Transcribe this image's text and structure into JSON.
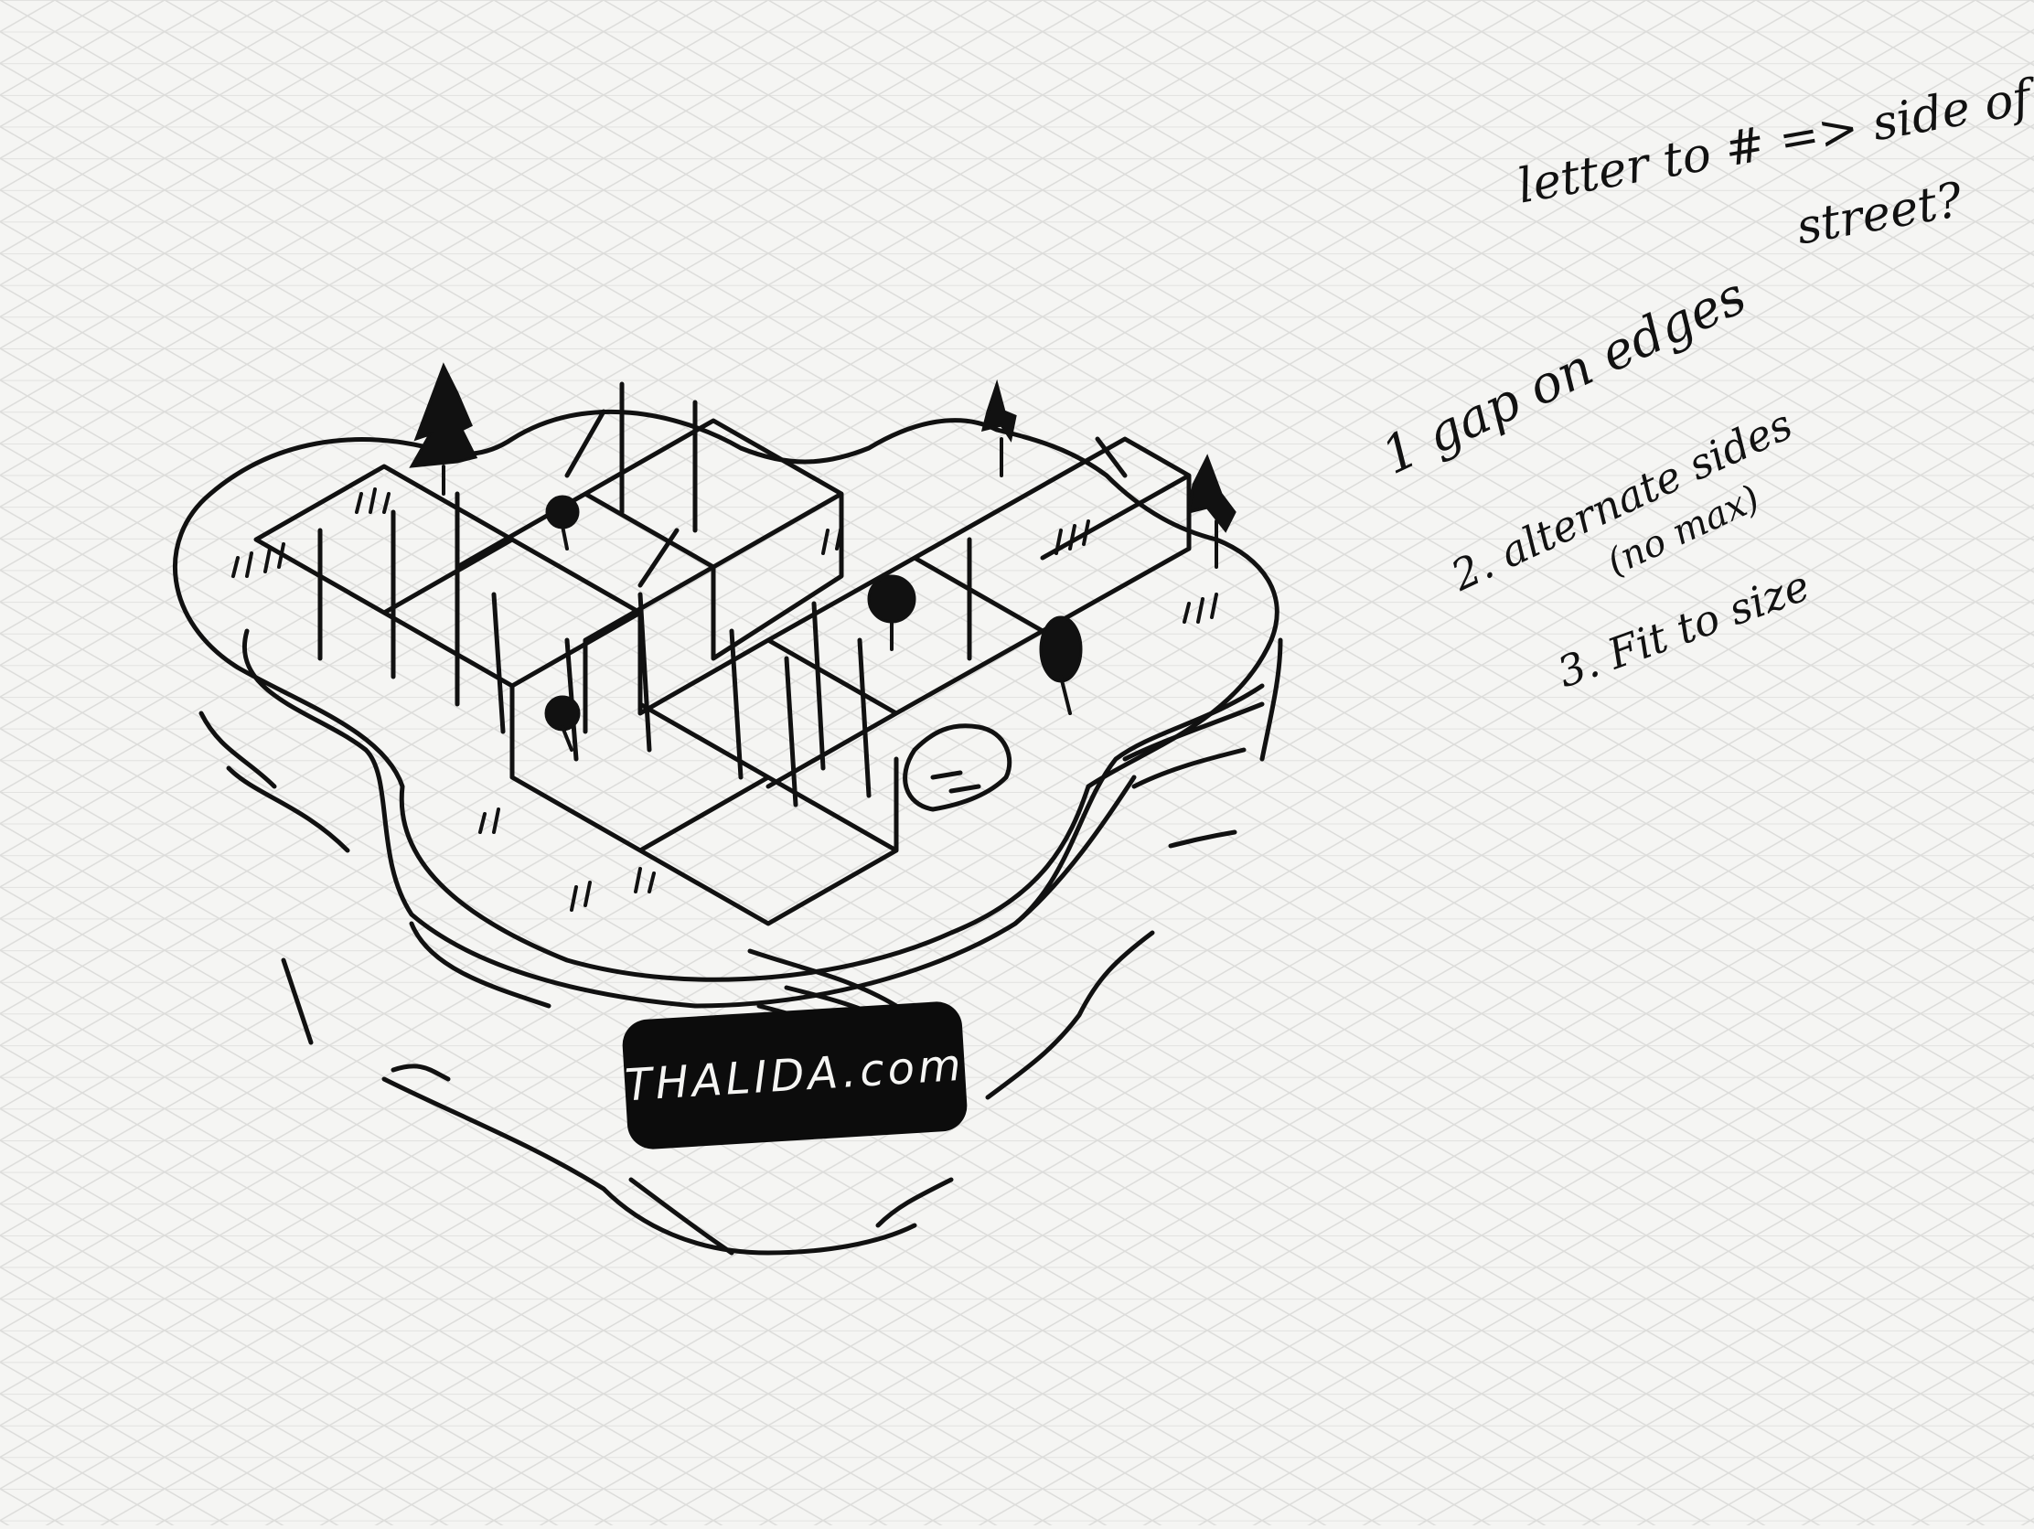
{
  "colors": {
    "paper": "#f5f5f3",
    "grid": "#dcdcda",
    "ink": "#111111",
    "logo_bg": "#0c0c0c",
    "logo_text": "#f5f5f3"
  },
  "notes": {
    "street_line1": "letter to # => side of",
    "street_line2": "street?",
    "item1": "1 gap on edges",
    "item2": "2. alternate sides",
    "item2_sub": "(no max)",
    "item3": "3. Fit to size"
  },
  "logo": {
    "text": "THALIDA.com"
  }
}
